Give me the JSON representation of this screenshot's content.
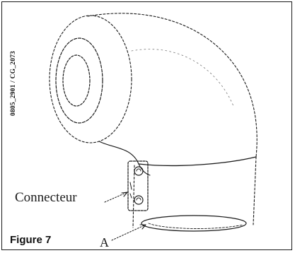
{
  "figure": {
    "document_code": "0805_2901 / CG_2073",
    "caption": "Figure 7",
    "labels": {
      "connector": "Connecteur",
      "part_a": "A"
    }
  },
  "colors": {
    "line": "#1a1a1a",
    "background": "#ffffff"
  }
}
